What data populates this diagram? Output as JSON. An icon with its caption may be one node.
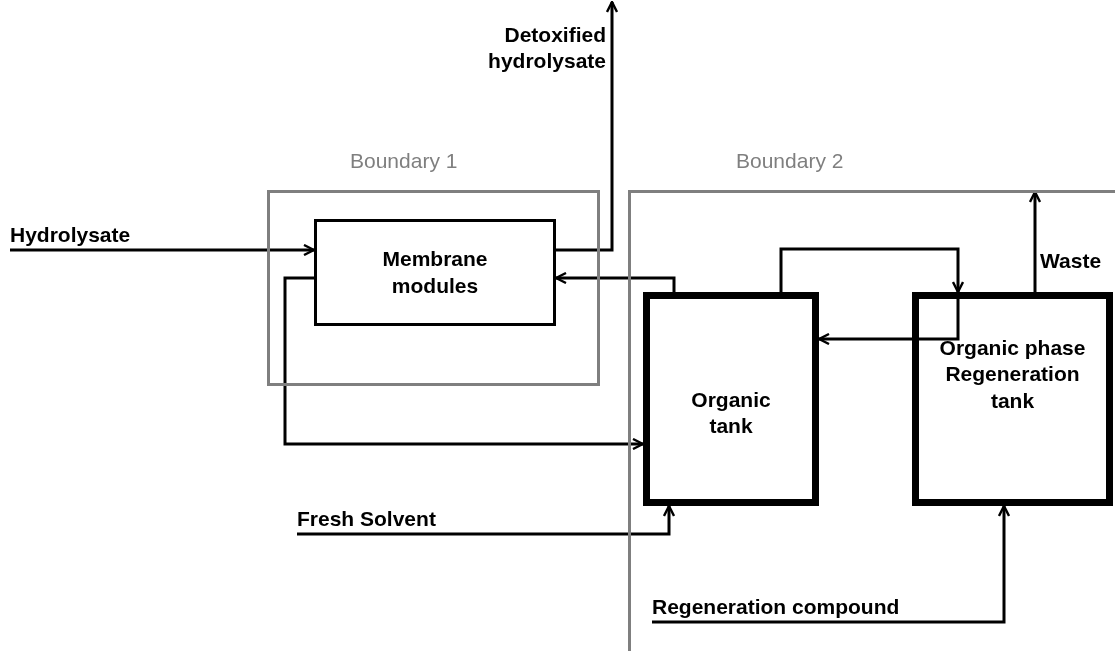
{
  "diagram": {
    "nodes": [
      {
        "text": [
          "Boundary 1"
        ]
      },
      {
        "text": [
          "Membrane modules"
        ],
        "in": 0
      },
      {
        "text": [
          "Boundary 2"
        ]
      },
      {
        "text": [
          "Organic tank"
        ],
        "in": 2
      },
      {
        "text": [
          "Organic phase Regeneration tank"
        ],
        "in": 2
      },
      {
        "text": [
          "Hydrolysate"
        ]
      },
      {
        "text": [
          "Detoxified hydrolysate"
        ]
      },
      {
        "text": [
          "Waste"
        ],
        "in": 2
      },
      {
        "text": [
          "Fresh Solvent"
        ]
      },
      {
        "text": [
          "Regeneration compound"
        ],
        "in": 2
      }
    ],
    "edges": [
      {
        "from": 5,
        "to": 1,
        "arrow": "to"
      },
      {
        "from": 1,
        "to": 6,
        "arrow": "to"
      },
      {
        "from": 3,
        "to": 1,
        "arrow": "to"
      },
      {
        "from": 1,
        "to": 3,
        "arrow": "to"
      },
      {
        "from": 3,
        "to": 4,
        "arrow": "to"
      },
      {
        "from": 4,
        "to": 3,
        "arrow": "to"
      },
      {
        "from": 4,
        "to": 7,
        "arrow": "to"
      },
      {
        "from": 8,
        "to": 3,
        "arrow": "to"
      },
      {
        "from": 9,
        "to": 4,
        "arrow": "to"
      }
    ]
  }
}
